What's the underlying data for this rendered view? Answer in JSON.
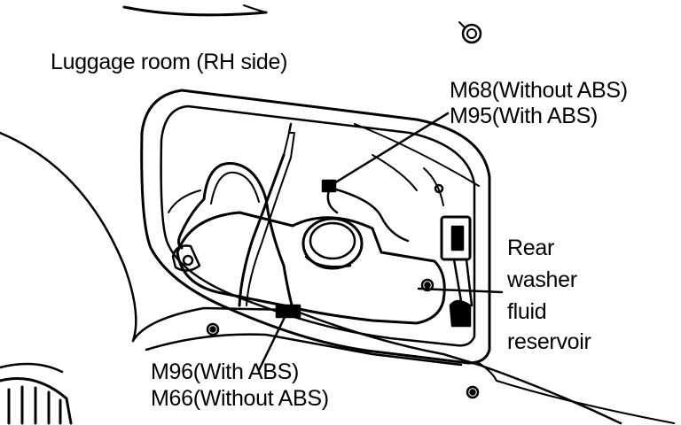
{
  "diagram": {
    "location_label": "Luggage room (RH side)",
    "upper_connector": {
      "line1": "M68(Without ABS)",
      "line2": "M95(With ABS)"
    },
    "lower_connector": {
      "line1": "M96(With ABS)",
      "line2": "M66(Without ABS)"
    },
    "component_label": {
      "line1": "Rear",
      "line2": "washer",
      "line3": "fluid",
      "line4": "reservoir"
    }
  }
}
